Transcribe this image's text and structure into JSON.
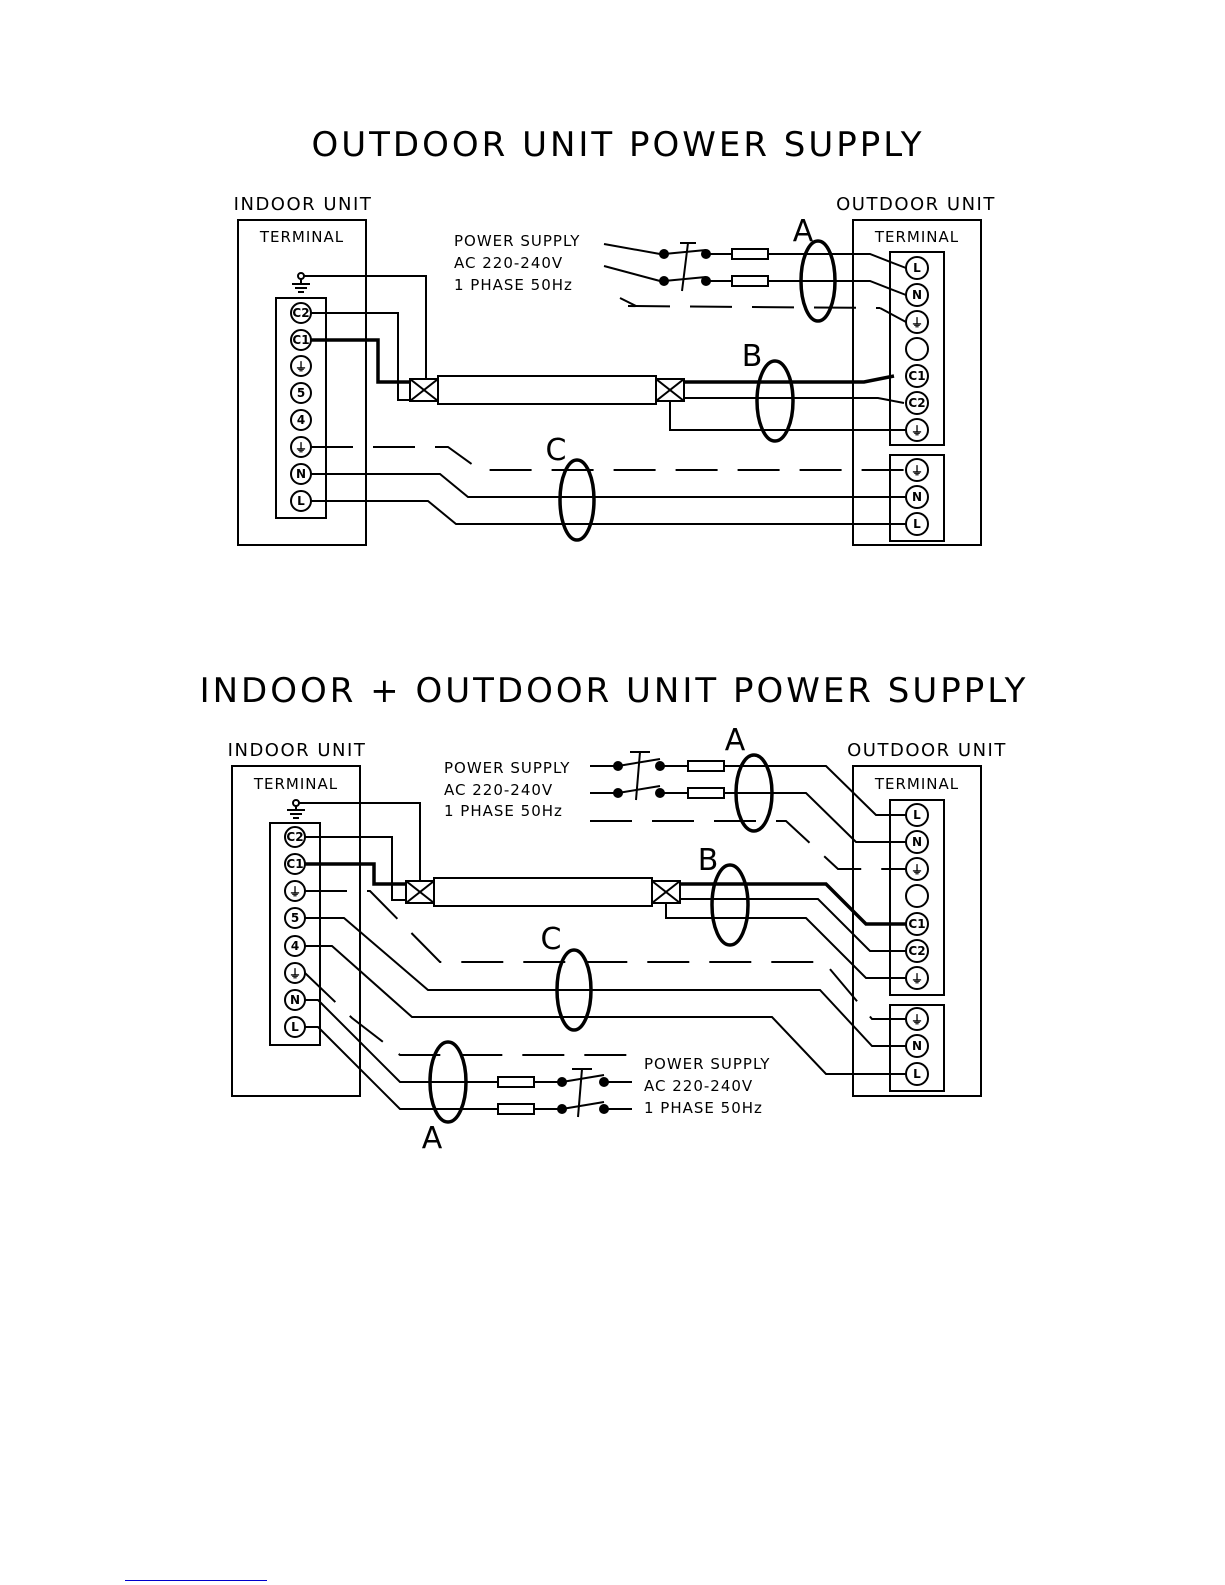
{
  "diagram1": {
    "title": "OUTDOOR UNIT POWER SUPPLY",
    "indoor_unit_label": "INDOOR UNIT",
    "outdoor_unit_label": "OUTDOOR UNIT",
    "indoor_terminal_label": "TERMINAL",
    "outdoor_terminal_label": "TERMINAL",
    "power_supply": [
      "POWER SUPPLY",
      "AC 220-240V",
      "1 PHASE 50Hz"
    ],
    "indoor_terminals": [
      "C2",
      "C1",
      "⏚",
      "5",
      "4",
      "⏚",
      "N",
      "L"
    ],
    "outdoor_terminals_top": [
      "L",
      "N",
      "⏚",
      "",
      "C1",
      "C2",
      "⏚"
    ],
    "outdoor_terminals_bottom": [
      "⏚",
      "N",
      "L"
    ],
    "cable_labels": [
      "A",
      "B",
      "C"
    ]
  },
  "diagram2": {
    "title": "INDOOR + OUTDOOR UNIT POWER SUPPLY",
    "indoor_unit_label": "INDOOR UNIT",
    "outdoor_unit_label": "OUTDOOR UNIT",
    "indoor_terminal_label": "TERMINAL",
    "outdoor_terminal_label": "TERMINAL",
    "power_supply_top": [
      "POWER SUPPLY",
      "AC 220-240V",
      "1 PHASE 50Hz"
    ],
    "power_supply_bottom": [
      "POWER SUPPLY",
      "AC 220-240V",
      "1 PHASE 50Hz"
    ],
    "indoor_terminals": [
      "C2",
      "C1",
      "⏚",
      "5",
      "4",
      "⏚",
      "N",
      "L"
    ],
    "outdoor_terminals_top": [
      "L",
      "N",
      "⏚",
      "",
      "C1",
      "C2",
      "⏚"
    ],
    "outdoor_terminals_bottom": [
      "⏚",
      "N",
      "L"
    ],
    "cable_labels": [
      "A",
      "B",
      "C",
      "A"
    ]
  }
}
